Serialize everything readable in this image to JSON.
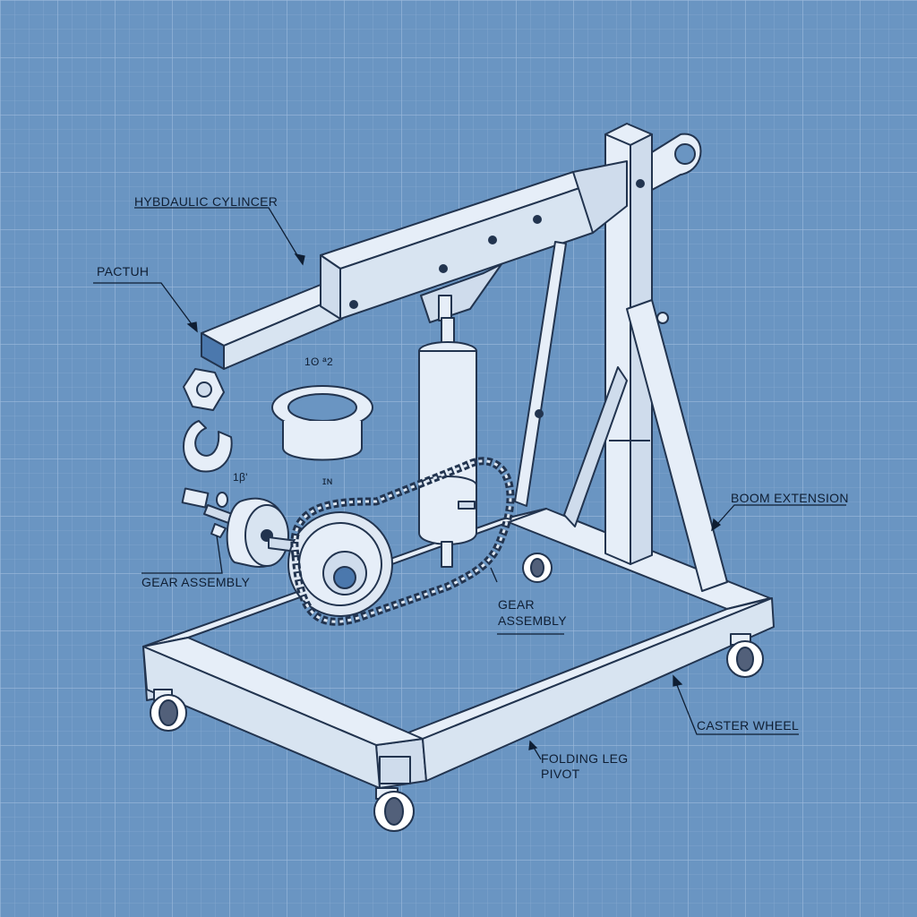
{
  "labels": {
    "hydraulic_cylinder": "HYBDAULIC CYLINCER",
    "pactuh": "PACTUH",
    "gear_assembly_left": "GEAR ASSEMBLY",
    "gear_assembly_right_line1": "GEAR",
    "gear_assembly_right_line2": "ASSEMBLY",
    "boom_extension": "BOOM EXTENSION",
    "caster_wheel": "CASTER WHEEL",
    "folding_leg_pivot_line1": "FOLDING LEG",
    "folding_leg_pivot_line2": "PIVOT"
  },
  "dimensions": {
    "collar_dim": "1ʘ  ª2",
    "hook_dim": "1β'",
    "collar_base_dim": "ɪɴ"
  },
  "colors": {
    "blueprint_background": "#6a95c2",
    "grid_line": "#8fb1d6",
    "part_fill": "#e6eef8",
    "part_outline": "#22344f",
    "label_text": "#0f1e33"
  }
}
